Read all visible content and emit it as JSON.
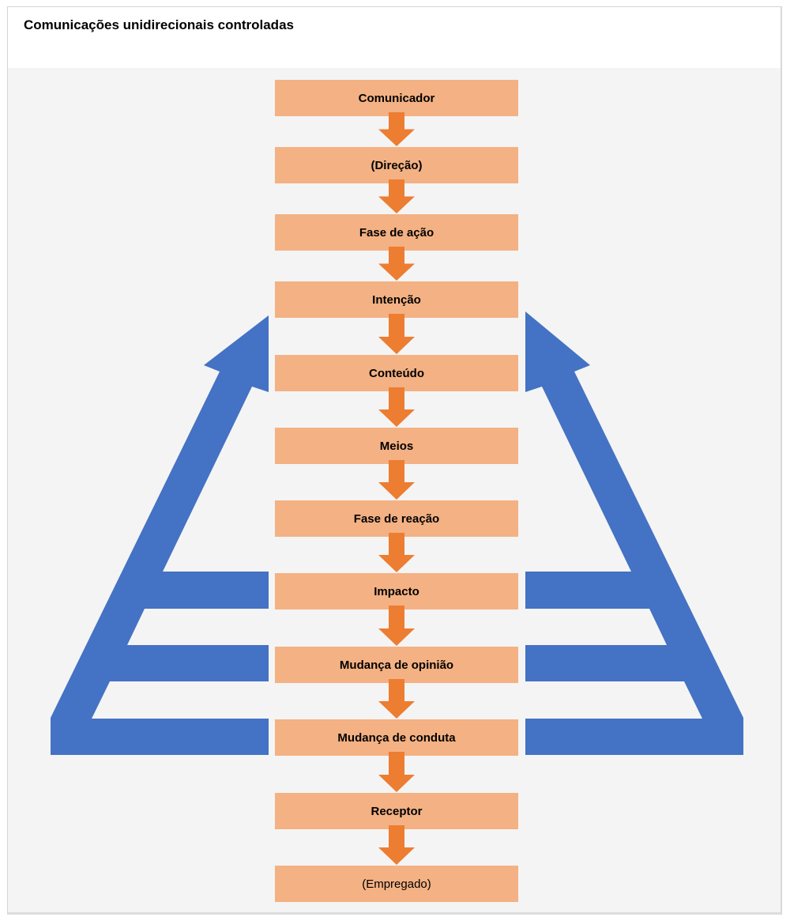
{
  "title": "Comunicações unidirecionais controladas",
  "colors": {
    "box_fill": "#f4b183",
    "down_arrow": "#ed7d31",
    "feedback_arrow": "#4472c4",
    "canvas_bg": "#f4f4f4"
  },
  "steps": [
    {
      "label": "Comunicador",
      "bold": true
    },
    {
      "label": "(Direção)",
      "bold": true
    },
    {
      "label": "Fase de ação",
      "bold": true
    },
    {
      "label": "Intenção",
      "bold": true
    },
    {
      "label": "Conteúdo",
      "bold": true
    },
    {
      "label": "Meios",
      "bold": true
    },
    {
      "label": "Fase de reação",
      "bold": true
    },
    {
      "label": "Impacto",
      "bold": true
    },
    {
      "label": "Mudança de opinião",
      "bold": true
    },
    {
      "label": "Mudança de conduta",
      "bold": true
    },
    {
      "label": "Receptor",
      "bold": true
    },
    {
      "label": "(Empregado)",
      "bold": false
    }
  ],
  "feedback": {
    "from_steps": [
      "Impacto",
      "Mudança de opinião",
      "Mudança de conduta"
    ],
    "to_step": "Intenção",
    "sides": [
      "left",
      "right"
    ]
  }
}
